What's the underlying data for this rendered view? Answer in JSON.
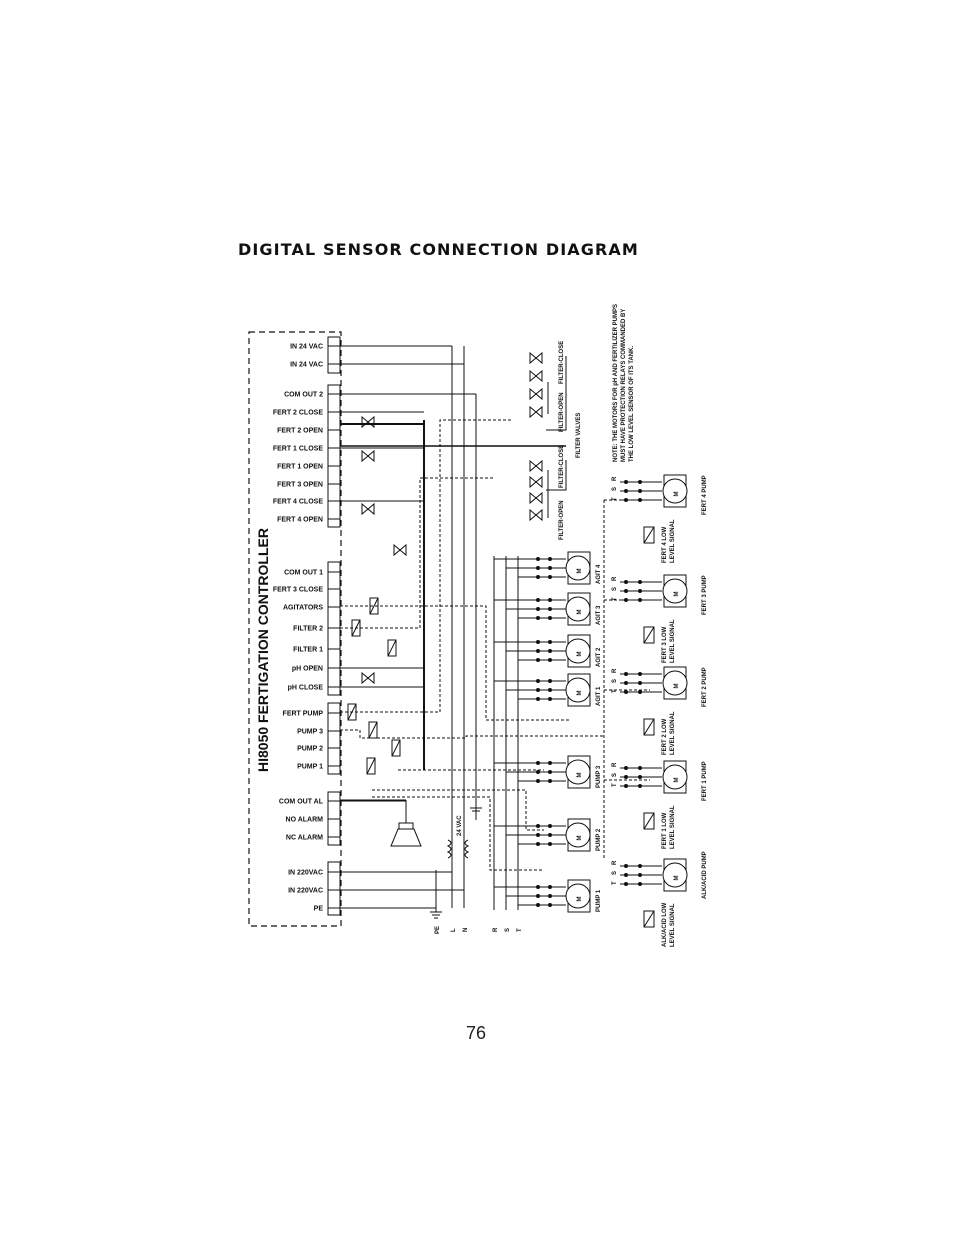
{
  "title": "DIGITAL SENSOR CONNECTION DIAGRAM",
  "page_number": "76",
  "controller": {
    "name": "HI8050 FERTIGATION CONTROLLER",
    "terminals": [
      {
        "label": "IN 24 VAC"
      },
      {
        "label": "IN 24 VAC"
      },
      {
        "label": "COM OUT 2"
      },
      {
        "label": "FERT 2 CLOSE"
      },
      {
        "label": "FERT 2 OPEN"
      },
      {
        "label": "FERT 1 CLOSE"
      },
      {
        "label": "FERT 1 OPEN"
      },
      {
        "label": "FERT 3 OPEN"
      },
      {
        "label": "FERT 4 CLOSE"
      },
      {
        "label": "FERT 4 OPEN"
      },
      {
        "label": "COM OUT 1"
      },
      {
        "label": "FERT 3 CLOSE"
      },
      {
        "label": "AGITATORS"
      },
      {
        "label": "FILTER 2"
      },
      {
        "label": "FILTER 1"
      },
      {
        "label": "pH OPEN"
      },
      {
        "label": "pH CLOSE"
      },
      {
        "label": "FERT PUMP"
      },
      {
        "label": "PUMP 3"
      },
      {
        "label": "PUMP 2"
      },
      {
        "label": "PUMP 1"
      },
      {
        "label": "COM OUT AL"
      },
      {
        "label": "NO ALARM"
      },
      {
        "label": "NC ALARM"
      },
      {
        "label": "IN 220VAC"
      },
      {
        "label": "IN 220VAC"
      },
      {
        "label": "PE"
      }
    ]
  },
  "supply": {
    "vac24": "24 VAC",
    "pe": "PE",
    "l": "L",
    "n": "N",
    "r": "R",
    "s": "S",
    "t": "T"
  },
  "filters": {
    "close": "FILTER-CLOSE",
    "open": "FILTER-OPEN",
    "valves": "FILTER VALVES"
  },
  "note": [
    "NOTE: THE MOTORS FOR pH AND FERTILIZER PUMPS",
    "MUST HAVE PROTECTION RELAYS COMMANDED BY",
    "THE LOW LEVEL SENSOR OF ITS TANK."
  ],
  "motor_symbol": "M",
  "motors_mid": [
    {
      "label": "AGIT 4"
    },
    {
      "label": "AGIT 3"
    },
    {
      "label": "AGIT 2"
    },
    {
      "label": "AGIT 1"
    },
    {
      "label": "PUMP 3"
    },
    {
      "label": "PUMP 2"
    },
    {
      "label": "PUMP 1"
    }
  ],
  "motors_right": [
    {
      "label": "FERT 4 PUMP",
      "sensor": [
        "FERT 4 LOW",
        "LEVEL SIGNAL"
      ]
    },
    {
      "label": "FERT 3 PUMP",
      "sensor": [
        "FERT 3 LOW",
        "LEVEL SIGNAL"
      ]
    },
    {
      "label": "FERT 2 PUMP",
      "sensor": [
        "FERT 2 LOW",
        "LEVEL SIGNAL"
      ]
    },
    {
      "label": "FERT 1 PUMP",
      "sensor": [
        "FERT 1 LOW",
        "LEVEL SIGNAL"
      ]
    },
    {
      "label": "ALK/ACID PUMP",
      "sensor": [
        "ALK/ACID LOW",
        "LEVEL SIGNAL"
      ]
    }
  ]
}
